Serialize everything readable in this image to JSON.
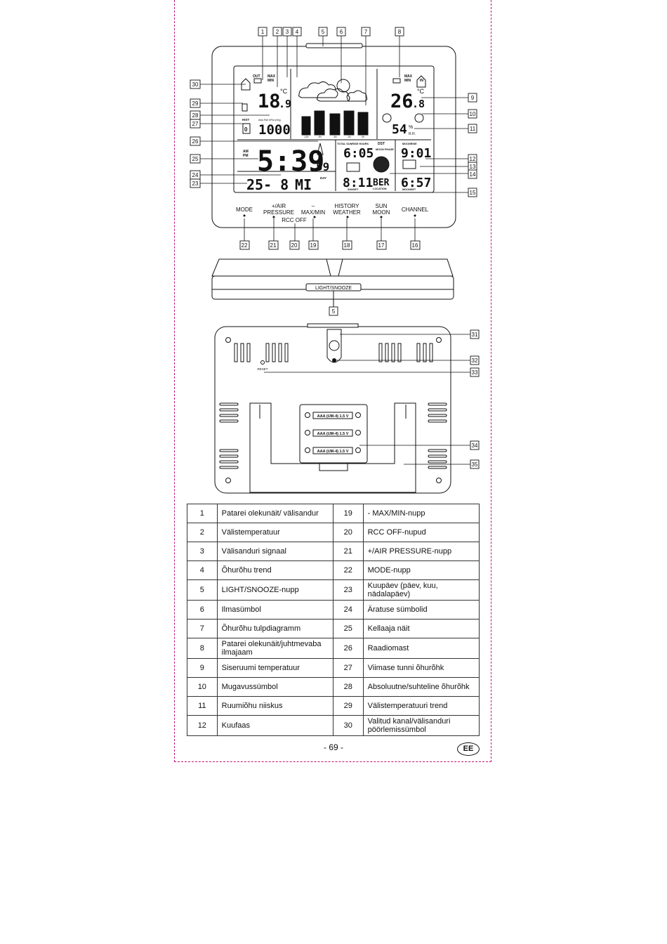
{
  "callouts": {
    "c1": "1",
    "c2": "2",
    "c3": "3",
    "c4": "4",
    "c5": "5",
    "c6": "6",
    "c7": "7",
    "c8": "8",
    "c9": "9",
    "c10": "10",
    "c11": "11",
    "c12": "12",
    "c13": "13",
    "c14": "14",
    "c15": "15",
    "c16": "16",
    "c17": "17",
    "c18": "18",
    "c19": "19",
    "c20": "20",
    "c21": "21",
    "c22": "22",
    "c23": "23",
    "c24": "24",
    "c25": "25",
    "c26": "26",
    "c27": "27",
    "c28": "28",
    "c29": "29",
    "c30": "30",
    "c31": "31",
    "c32": "32",
    "c33": "33",
    "c34": "34",
    "c35": "35",
    "c5b": "5"
  },
  "display": {
    "out_label": "OUT",
    "in_label": "IN",
    "max_label": "MAX",
    "min_label": "MIN",
    "out_temp": "18",
    "out_temp_dec": ".9",
    "in_temp": "26",
    "in_temp_dec": ".8",
    "deg_c": "°C",
    "humidity": "54",
    "humidity_unit": "%",
    "rh": "R.H.",
    "pressure": "1000",
    "pressure_label": "Abs Rel hPa inHg",
    "hist": "HIST",
    "hist_val": "0",
    "clock_hm": "5:39",
    "clock_sec": "59",
    "am": "AM",
    "pm": "PM",
    "date": "25- 8",
    "weekday": "MI",
    "day_label": "DAY",
    "dst": "DST",
    "total_sunrise_hours": "TOTAL SUNRISE HOURS",
    "sunrise": "6:05",
    "sunset": "8:11",
    "sunset_label": "SUNSET",
    "moonrise_label": "MOONRISE",
    "moonrise": "9:01",
    "moonset": "6:57",
    "moonset_label": "MOONSET",
    "moon_phase": "MOON PHASE",
    "location": "BER",
    "location_label": "LOCATION",
    "bar_x": [
      "-12h",
      "-9h",
      "-6h",
      "-3h",
      "0h"
    ]
  },
  "buttons": {
    "mode": "MODE",
    "plus": "+/AIR",
    "pressure": "PRESSURE",
    "minus": "–",
    "maxmin": "MAX/MIN",
    "rcc": "RCC OFF",
    "history": "HISTORY",
    "weather": "WEATHER",
    "sun": "SUN",
    "moon": "MOON",
    "channel": "CHANNEL",
    "light": "LIGHT/SNOOZE",
    "reset": "RESET",
    "battery": "AAA (UM-4) 1.5 V"
  },
  "table": [
    [
      "1",
      "Patarei olekunäit/ välisandur",
      "19",
      "- MAX/MIN-nupp"
    ],
    [
      "2",
      "Välistemperatuur",
      "20",
      "RCC OFF-nupud"
    ],
    [
      "3",
      "Välisanduri signaal",
      "21",
      "+/AIR PRESSURE-nupp"
    ],
    [
      "4",
      "Õhurõhu trend",
      "22",
      "MODE-nupp"
    ],
    [
      "5",
      "LIGHT/SNOOZE-nupp",
      "23",
      "Kuupäev (päev, kuu, nädalapäev)"
    ],
    [
      "6",
      "Ilmasümbol",
      "24",
      "Äratuse sümbolid"
    ],
    [
      "7",
      "Õhurõhu tulpdiagramm",
      "25",
      "Kellaaja näit"
    ],
    [
      "8",
      "Patarei olekunäit/juhtmevaba ilmajaam",
      "26",
      "Raadiomast"
    ],
    [
      "9",
      "Siseruumi temperatuur",
      "27",
      "Viimase tunni õhurõhk"
    ],
    [
      "10",
      "Mugavussümbol",
      "28",
      "Absoluutne/suhteline õhurõhk"
    ],
    [
      "11",
      "Ruumiõhu niiskus",
      "29",
      "Välistemperatuuri trend"
    ],
    [
      "12",
      "Kuufaas",
      "30",
      "Valitud kanal/välisanduri pöörlemissümbol"
    ]
  ],
  "footer": {
    "page": "- 69 -",
    "lang": "EE"
  }
}
